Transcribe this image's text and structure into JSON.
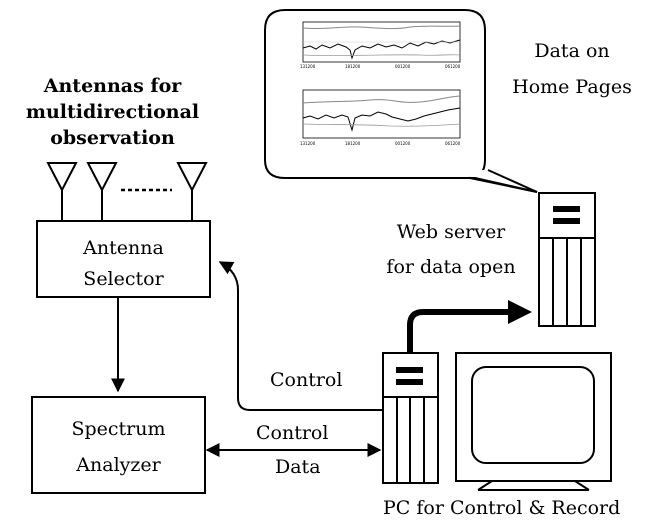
{
  "diagram": {
    "antennas_label": [
      "Antennas for",
      "multidirectional",
      "observation"
    ],
    "antenna_selector": [
      "Antenna",
      "Selector"
    ],
    "spectrum_analyzer": [
      "Spectrum",
      "Analyzer"
    ],
    "control_upper": "Control",
    "control_lower": "Control",
    "data_label": "Data",
    "web_server": [
      "Web server",
      "for data open"
    ],
    "data_home": [
      "Data on",
      "Home Pages"
    ],
    "pc_label": "PC for Control & Record"
  }
}
